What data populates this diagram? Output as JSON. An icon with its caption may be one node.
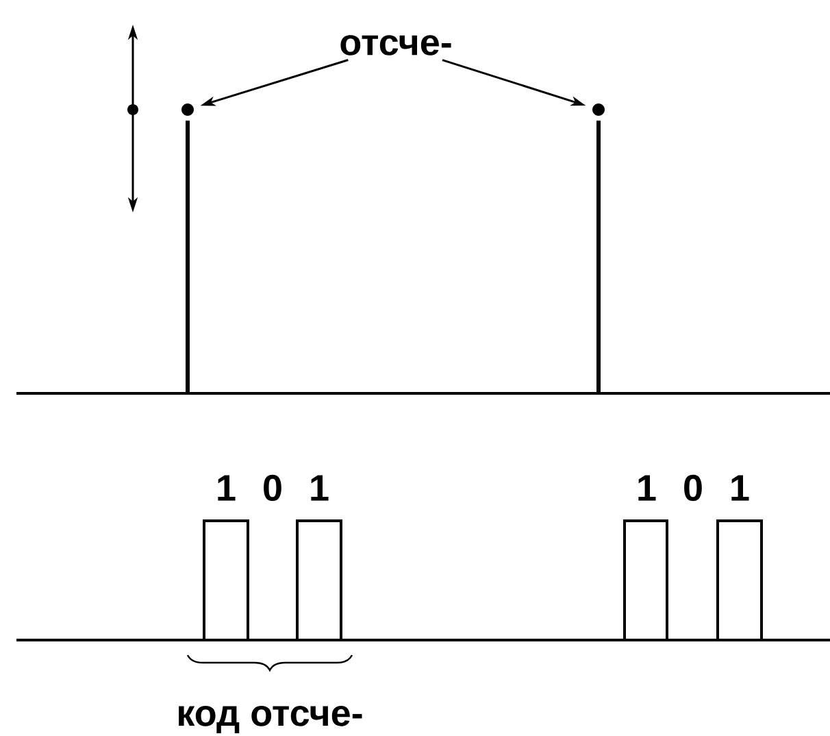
{
  "diagram": {
    "nodes": [
      {
        "text": [
          "отсче-"
        ]
      },
      {
        "text": [],
        "shape": "circle"
      },
      {
        "text": [],
        "shape": "circle"
      }
    ],
    "edges": [
      {
        "from": 0,
        "to": 1,
        "arrow": "to"
      },
      {
        "from": 0,
        "to": 2,
        "arrow": "to"
      }
    ],
    "labels": [
      "1",
      "0",
      "1",
      "1",
      "0",
      "1",
      "код отсче-"
    ]
  }
}
